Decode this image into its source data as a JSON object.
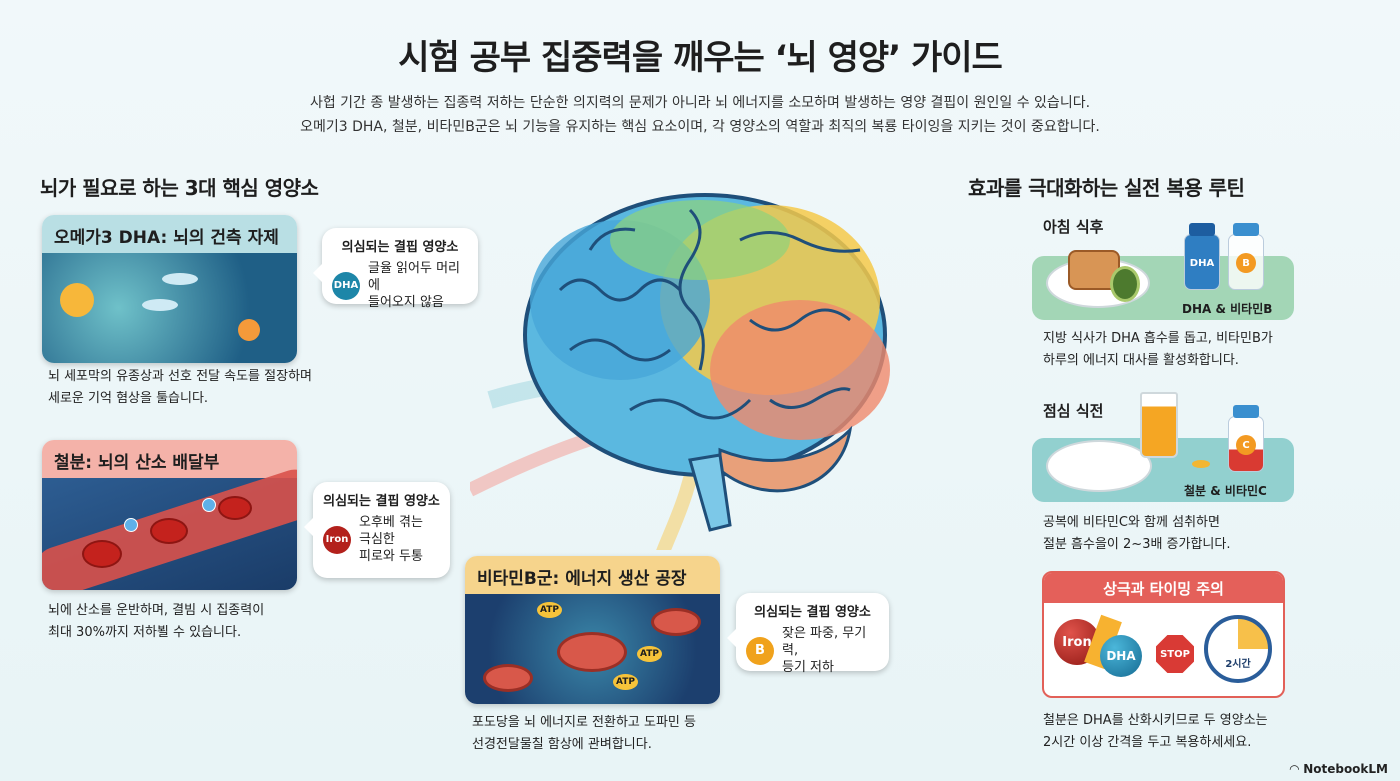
{
  "header": {
    "title": "시험 공부 집중력을 깨우는 ‘뇌 영양’ 가이드",
    "subtitle_line1": "사헙 기간 종 발생하는 집종력 저하는 단순한 의지력의 문제가 아니라 뇌 에너지를 소모하며 발생하는 영양 결핍이 원인일 수 있습니다.",
    "subtitle_line2": "오메기3 DHA, 철분, 비타민B군은 뇌 기능을 유지하는 핵심 요소이며, 각 영양소의 역할과 최직의 복룡 타이잉을 지키는 것이 중요합니다."
  },
  "left": {
    "heading": "뇌가 필요로 하는 3대 핵심 영양소",
    "cards": [
      {
        "title": "오메가3 DHA: 뇌의 건측 자제",
        "desc1": "뇌 세포막의 유종상과 선호 전달 속도를 절장하며",
        "desc2": "세로운 기억 혐상을 툴습니다.",
        "bubble_title": "의심되는 결핍 영양소",
        "badge": "DHA",
        "symptom1": "글율 읽어두 머리에",
        "symptom2": "들어오지 않음",
        "color": "#b9dfe4"
      },
      {
        "title": "철분: 뇌의 산소 배달부",
        "desc1": "뇌에 산소를 운반하며, 결빔 시 집종력이",
        "desc2": "최대 30%까지 저하뵐 수 있습니다.",
        "bubble_title": "의심되는 결핍 영양소",
        "badge": "Iron",
        "symptom1": "오후베 겪는",
        "symptom2": "극심한",
        "symptom3": "피로와 두통",
        "color": "#f4b2a9"
      },
      {
        "title": "비타민B군: 에너지 생산 공장",
        "desc1": "포도당을 뇌 에너지로 전환하고 도파민 등",
        "desc2": "선경전달물칠 함상에 관벼합니다.",
        "bubble_title": "의심되는 결핍 영양소",
        "badge": "B",
        "symptom1": "잦은 파중, 무기력,",
        "symptom2": "등기 저하",
        "color": "#f6d48c",
        "atp": "ATP"
      }
    ]
  },
  "right": {
    "heading": "효과를 극대화하는 실전 복용 루틴",
    "morning": {
      "label": "아침 식후",
      "bottle1": "DHA",
      "bottle2": "B",
      "caption": "DHA & 비타민B",
      "desc1": "지방 식사가 DHA 흡수를 돕고, 비타민B가",
      "desc2": "하루의 에너지 대사를 활성화합니다."
    },
    "lunch": {
      "label": "점심 식전",
      "bottle": "C",
      "caption": "철분 & 비타민C",
      "desc1": "공복에 비타민C와 함께 섬취하면",
      "desc2": "절분 흠수을이 2~3배 증가합니다."
    },
    "warning": {
      "title": "상극과 타이밍 주의",
      "iron": "Iron",
      "dha": "DHA",
      "stop": "STOP",
      "clock": "2시간",
      "desc1": "철분은 DHA를 산화시키므로 두 영양소는",
      "desc2": "2시간 이상 간격을 두고 복용하세세요."
    }
  },
  "footer": {
    "brand": "NotebookLM"
  }
}
